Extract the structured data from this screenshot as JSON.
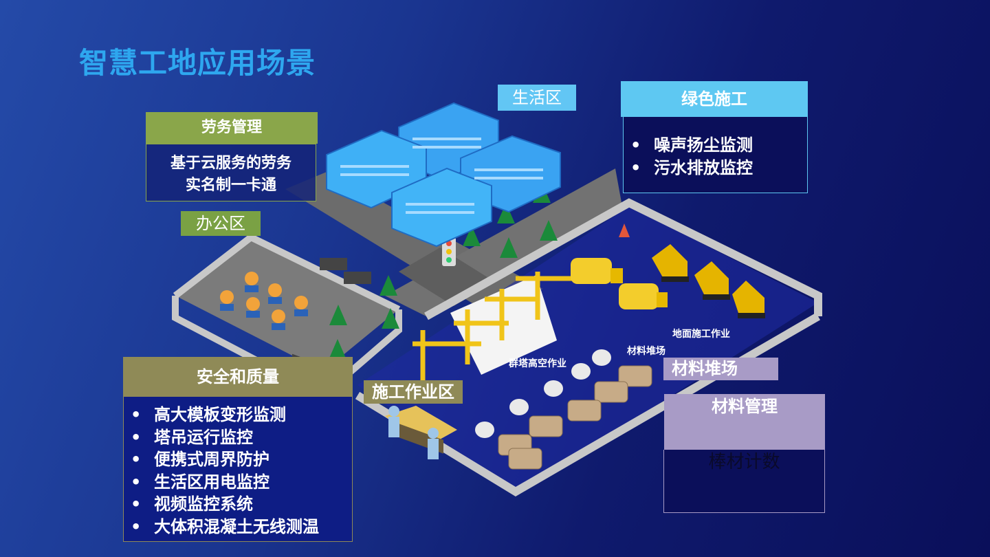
{
  "title": "智慧工地应用场景",
  "labor": {
    "header": "劳务管理",
    "body_lines": [
      "基于云服务的劳务",
      "实名制一卡通"
    ]
  },
  "living_tag": "生活区",
  "office_tag": "办公区",
  "green": {
    "header": "绿色施工",
    "items": [
      "噪声扬尘监测",
      "污水排放监控"
    ]
  },
  "safety": {
    "header": "安全和质量",
    "items": [
      "高大模板变形监测",
      "塔吊运行监控",
      "便携式周界防护",
      "生活区用电监控",
      "视频监控系统",
      "大体积混凝土无线测温"
    ]
  },
  "work_zone_tag": "施工作业区",
  "material_yard_tag": "材料堆场",
  "material": {
    "header": "材料管理",
    "body": "棒材计数"
  },
  "scene_labels": {
    "ground": "地面施工作业",
    "yard": "材料堆场",
    "tower": "群塔高空作业"
  },
  "colors": {
    "title": "#2ea7ef",
    "labor_header": "#8aa64a",
    "green_header": "#5ec8f2",
    "safety_header": "#8f8a57",
    "material_header": "#a89bc6"
  }
}
